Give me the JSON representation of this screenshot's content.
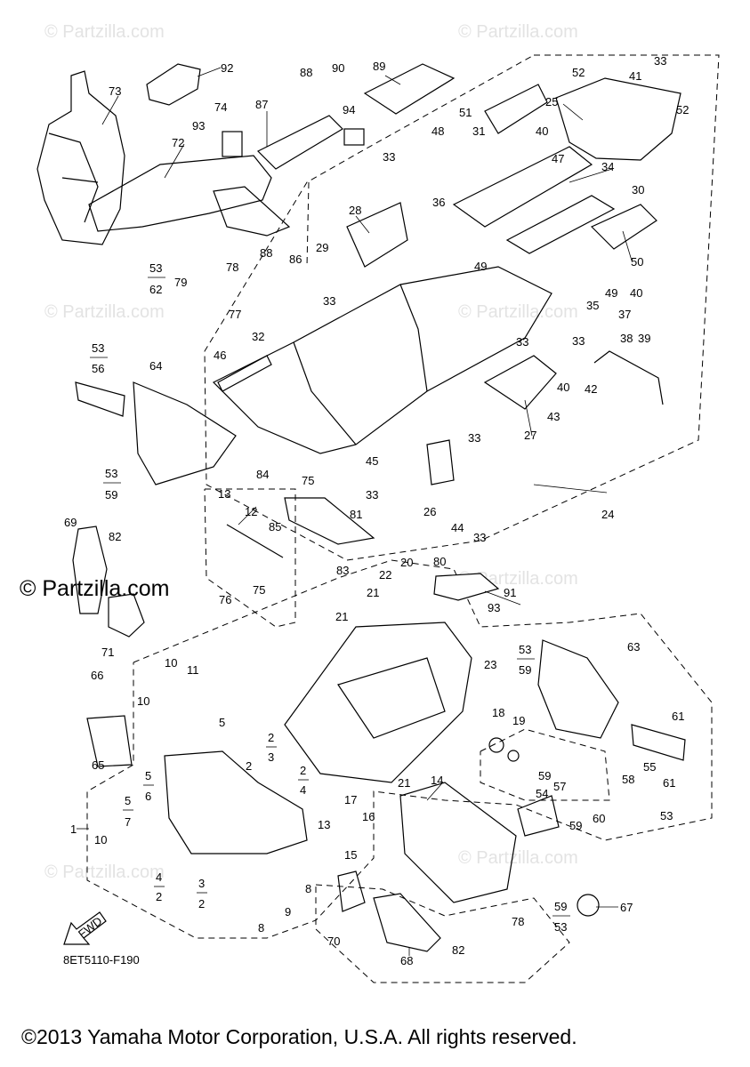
{
  "watermark": "© Partzilla.com",
  "diagram_code": "8ET5110-F190",
  "fwd_label": "FWD",
  "copyright": "©2013 Yamaha Motor Corporation, U.S.A. All rights reserved.",
  "callouts": {
    "n1": "1",
    "n2": "2",
    "n3": "3",
    "n4": "4",
    "n5": "5",
    "n6": "6",
    "n7": "7",
    "n8": "8",
    "n9": "9",
    "n10": "10",
    "n11": "11",
    "n12": "12",
    "n13": "13",
    "n14": "14",
    "n15": "15",
    "n16": "16",
    "n17": "17",
    "n18": "18",
    "n19": "19",
    "n20": "20",
    "n21": "21",
    "n22": "22",
    "n23": "23",
    "n24": "24",
    "n25": "25",
    "n26": "26",
    "n27": "27",
    "n28": "28",
    "n29": "29",
    "n30": "30",
    "n31": "31",
    "n32": "32",
    "n33": "33",
    "n34": "34",
    "n35": "35",
    "n36": "36",
    "n37": "37",
    "n38": "38",
    "n39": "39",
    "n40": "40",
    "n41": "41",
    "n42": "42",
    "n43": "43",
    "n44": "44",
    "n45": "45",
    "n46": "46",
    "n47": "47",
    "n48": "48",
    "n49": "49",
    "n50": "50",
    "n51": "51",
    "n52": "52",
    "n53": "53",
    "n54": "54",
    "n55": "55",
    "n56": "56",
    "n57": "57",
    "n58": "58",
    "n59": "59",
    "n60": "60",
    "n61": "61",
    "n62": "62",
    "n63": "63",
    "n64": "64",
    "n65": "65",
    "n66": "66",
    "n67": "67",
    "n68": "68",
    "n69": "69",
    "n70": "70",
    "n71": "71",
    "n72": "72",
    "n73": "73",
    "n74": "74",
    "n75": "75",
    "n76": "76",
    "n77": "77",
    "n78": "78",
    "n79": "79",
    "n80": "80",
    "n81": "81",
    "n82": "82",
    "n83": "83",
    "n84": "84",
    "n85": "85",
    "n86": "86",
    "n87": "87",
    "n88": "88",
    "n89": "89",
    "n90": "90",
    "n91": "91",
    "n92": "92",
    "n93": "93",
    "n94": "94"
  }
}
